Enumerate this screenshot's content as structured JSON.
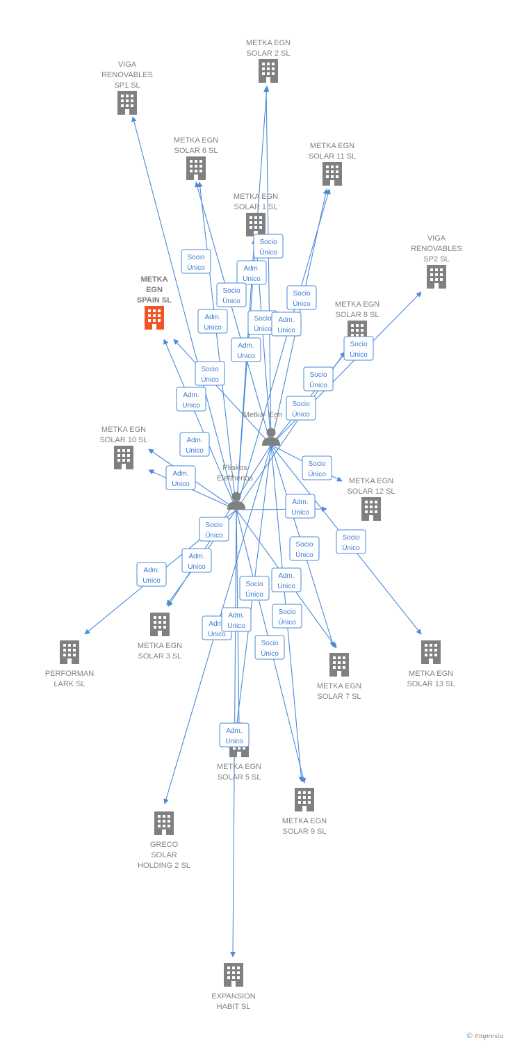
{
  "colors": {
    "edge": "#4a8ad8",
    "company": "#808080",
    "company_main": "#f0552a",
    "person": "#808080",
    "label": "#808080"
  },
  "companies": [
    {
      "id": "metka-egn-solar-2",
      "lines": [
        "METKA EGN",
        "SOLAR 2  SL"
      ]
    },
    {
      "id": "viga-renovables-sp1",
      "lines": [
        "VIGA",
        "RENOVABLES",
        "SP1  SL"
      ]
    },
    {
      "id": "metka-egn-solar-6",
      "lines": [
        "METKA EGN",
        "SOLAR 6  SL"
      ]
    },
    {
      "id": "metka-egn-solar-11",
      "lines": [
        "METKA EGN",
        "SOLAR 11  SL"
      ]
    },
    {
      "id": "metka-egn-solar-1",
      "lines": [
        "METKA EGN",
        "SOLAR 1  SL"
      ]
    },
    {
      "id": "viga-renovables-sp2",
      "lines": [
        "VIGA",
        "RENOVABLES",
        "SP2  SL"
      ]
    },
    {
      "id": "metka-egn-spain",
      "lines": [
        "METKA",
        "EGN",
        "SPAIN  SL"
      ],
      "main": true
    },
    {
      "id": "metka-egn-solar-8",
      "lines": [
        "METKA EGN",
        "SOLAR 8  SL"
      ]
    },
    {
      "id": "metka-egn-solar-10",
      "lines": [
        "METKA EGN",
        "SOLAR 10  SL"
      ]
    },
    {
      "id": "metka-egn-solar-12",
      "lines": [
        "METKA EGN",
        "SOLAR 12  SL"
      ]
    },
    {
      "id": "performan-lark",
      "lines": [
        "PERFORMAN",
        "LARK  SL"
      ]
    },
    {
      "id": "metka-egn-solar-3",
      "lines": [
        "METKA EGN",
        "SOLAR 3  SL"
      ]
    },
    {
      "id": "metka-egn-solar-7",
      "lines": [
        "METKA EGN",
        "SOLAR 7  SL"
      ]
    },
    {
      "id": "metka-egn-solar-13",
      "lines": [
        "METKA EGN",
        "SOLAR 13  SL"
      ]
    },
    {
      "id": "metka-egn-solar-5",
      "lines": [
        "METKA EGN",
        "SOLAR 5  SL"
      ]
    },
    {
      "id": "metka-egn-solar-9",
      "lines": [
        "METKA EGN",
        "SOLAR 9  SL"
      ]
    },
    {
      "id": "greco-solar-holding-2",
      "lines": [
        "GRECO",
        "SOLAR",
        "HOLDING 2  SL"
      ]
    },
    {
      "id": "expansion-habit",
      "lines": [
        "EXPANSION",
        "HABIT  SL"
      ]
    }
  ],
  "persons": [
    {
      "id": "metka-egn",
      "lines": [
        "Metka- Egn"
      ]
    },
    {
      "id": "pliakos",
      "lines": [
        "Pliakos",
        "Eleftherios"
      ]
    }
  ],
  "relations": [
    {
      "lines": [
        "Socio",
        "Único"
      ]
    },
    {
      "lines": [
        "Socio",
        "Único"
      ]
    },
    {
      "lines": [
        "Adm.",
        "Unico"
      ]
    },
    {
      "lines": [
        "Socio",
        "Único"
      ]
    },
    {
      "lines": [
        "Adm.",
        "Unico"
      ]
    },
    {
      "lines": [
        "Socio",
        "Único"
      ]
    },
    {
      "lines": [
        "Socio",
        "Único"
      ]
    },
    {
      "lines": [
        "Adm.",
        "Unico"
      ]
    },
    {
      "lines": [
        "Adm.",
        "Unico"
      ]
    },
    {
      "lines": [
        "Socio",
        "Único"
      ]
    },
    {
      "lines": [
        "Socio",
        "Único"
      ]
    },
    {
      "lines": [
        "Adm.",
        "Unico"
      ]
    },
    {
      "lines": [
        "Socio",
        "Único"
      ]
    },
    {
      "lines": [
        "Socio",
        "Único"
      ]
    },
    {
      "lines": [
        "Adm.",
        "Unico"
      ]
    },
    {
      "lines": [
        "Adm.",
        "Unico"
      ]
    },
    {
      "lines": [
        "Socio",
        "Único"
      ]
    },
    {
      "lines": [
        "Adm.",
        "Unico"
      ]
    },
    {
      "lines": [
        "Socio",
        "Único"
      ]
    },
    {
      "lines": [
        "Socio",
        "Único"
      ]
    },
    {
      "lines": [
        "Adm.",
        "Unico"
      ]
    },
    {
      "lines": [
        "Adm.",
        "Unico"
      ]
    },
    {
      "lines": [
        "Socio",
        "Único"
      ]
    },
    {
      "lines": [
        "Adm.",
        "Unico"
      ]
    },
    {
      "lines": [
        "Socio",
        "Único"
      ]
    },
    {
      "lines": [
        "Socio",
        "Único"
      ]
    },
    {
      "lines": [
        "Adm.",
        "Unico"
      ]
    },
    {
      "lines": [
        "Adm.",
        "Unico"
      ]
    },
    {
      "lines": [
        "Socio",
        "Único"
      ]
    },
    {
      "lines": [
        "Adm.",
        "Unico"
      ]
    }
  ],
  "footer": {
    "copyright": "©",
    "brand_initial": "e",
    "brand_rest": "mpresia"
  }
}
